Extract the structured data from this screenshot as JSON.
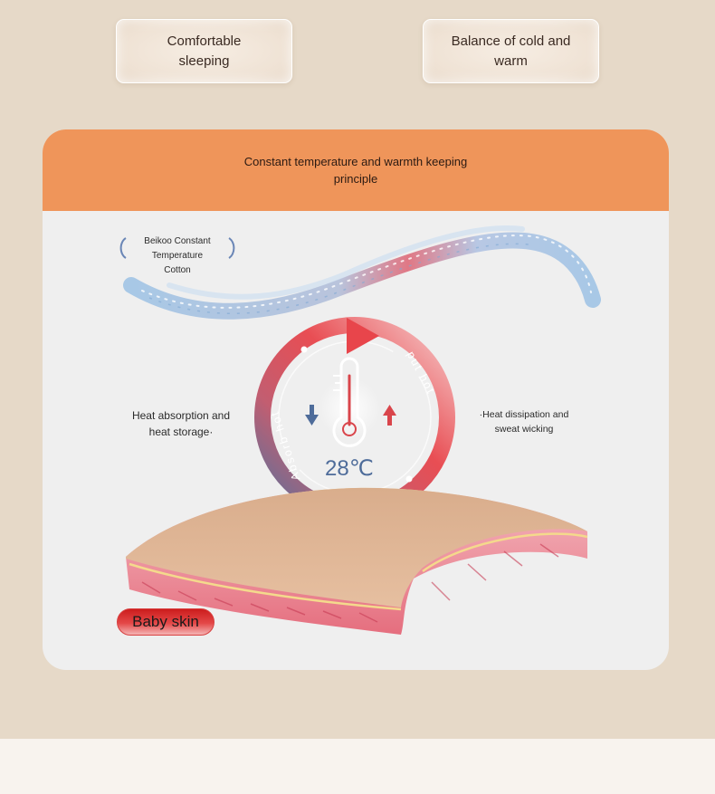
{
  "tags": {
    "left": "Comfortable sleeping",
    "right": "Balance of cold and warm"
  },
  "panel": {
    "title": "Constant temperature and warmth keeping principle",
    "cotton_label": "Beikoo Constant Temperature Cotton",
    "left_label": "Heat absorption and heat storage·",
    "right_label": "·Heat dissipation and sweat wicking",
    "temperature": "28℃",
    "arc_hot": "put hot",
    "arc_absorb": "Absorb hot",
    "badge": "Baby skin"
  },
  "colors": {
    "background": "#e6d9c8",
    "header": "#ef955a",
    "warm": "#e8454b",
    "cool": "#4e6c9a",
    "fiber": "#9fc3e3"
  },
  "icons": {
    "thermometer": "thermometer-icon",
    "down_arrow": "arrow-down-icon",
    "up_arrow": "arrow-up-icon"
  }
}
